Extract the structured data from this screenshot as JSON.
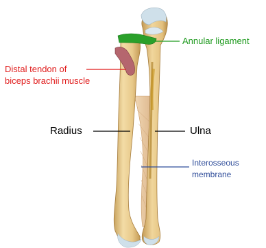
{
  "labels": {
    "annular_ligament": "Annular ligament",
    "biceps_line1": "Distal tendon of",
    "biceps_line2": "biceps brachii muscle",
    "radius": "Radius",
    "ulna": "Ulna",
    "interosseous_line1": "Interosseous",
    "interosseous_line2": "membrane"
  },
  "colors": {
    "annular_ligament": "#1f9a1f",
    "biceps_tendon": "#e01b1b",
    "bone_labels": "#000000",
    "interosseous_membrane": "#2f4d9a",
    "bone_fill": "#e8c98a",
    "bone_shadow": "#c9a460",
    "bone_highlight": "#f6e4b8",
    "cartilage": "#cfe0ea",
    "tendon": "#b5666e",
    "membrane": "#e9c9a0"
  },
  "icons": {
    "illustration": "forearm-bones-illustration"
  }
}
